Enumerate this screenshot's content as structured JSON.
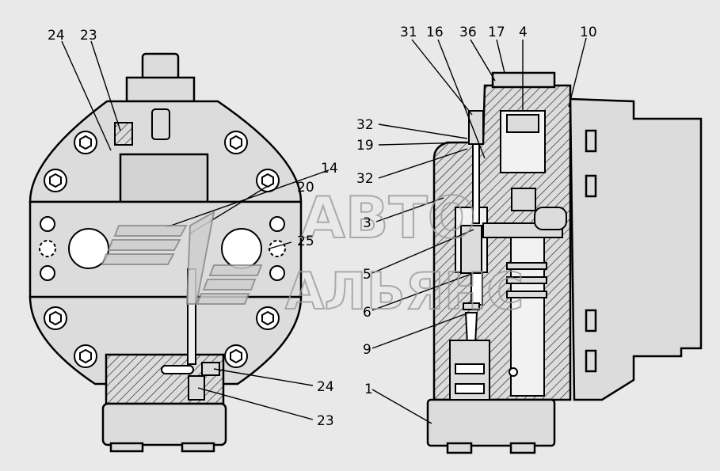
{
  "labels": {
    "left": [
      "24",
      "23",
      "14",
      "20",
      "25",
      "24",
      "23"
    ],
    "right": [
      "31",
      "16",
      "36",
      "17",
      "4",
      "10",
      "32",
      "19",
      "32",
      "3",
      "5",
      "6",
      "9",
      "1"
    ]
  },
  "watermark": {
    "line1": "АВТО",
    "line2": "АЛЬЯНС"
  }
}
